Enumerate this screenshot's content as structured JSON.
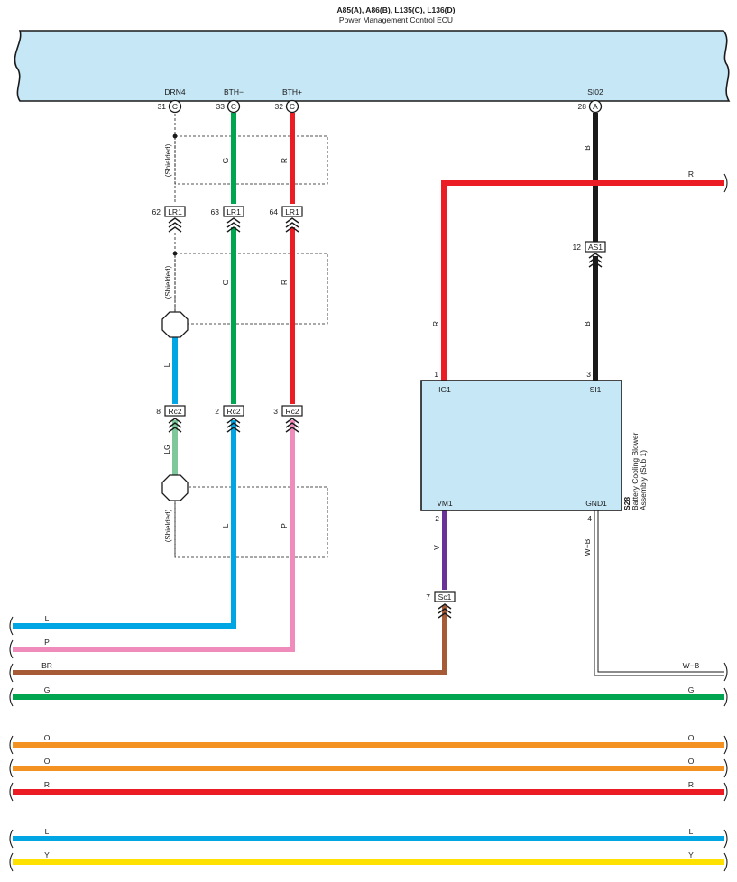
{
  "ecu": {
    "connectors_title": "A85(A), A86(B), L135(C), L136(D)",
    "name": "Power Management Control ECU",
    "fill": "#c6e7f6"
  },
  "ecu_pins": [
    {
      "num": "31",
      "letter": "C",
      "name": "DRN4"
    },
    {
      "num": "33",
      "letter": "C",
      "name": "BTH−"
    },
    {
      "num": "32",
      "letter": "C",
      "name": "BTH+"
    },
    {
      "num": "28",
      "letter": "A",
      "name": "SI02"
    }
  ],
  "connectors": {
    "lr1_62": {
      "label": "LR1",
      "num": "62"
    },
    "lr1_63": {
      "label": "LR1",
      "num": "63"
    },
    "lr1_64": {
      "label": "LR1",
      "num": "64"
    },
    "as1_12": {
      "label": "AS1",
      "num": "12"
    },
    "rc2_8": {
      "label": "Rc2",
      "num": "8"
    },
    "rc2_2": {
      "label": "Rc2",
      "num": "2"
    },
    "rc2_3": {
      "label": "Rc2",
      "num": "3"
    },
    "sc1_7": {
      "label": "Sc1",
      "num": "7"
    }
  },
  "shielded_label": "(Shielded)",
  "blower": {
    "id": "S28",
    "name_line1": "Battery Cooling Blower",
    "name_line2": "Assembly (Sub 1)",
    "pins": {
      "ig1": {
        "num": "1",
        "name": "IG1"
      },
      "si1": {
        "num": "3",
        "name": "SI1"
      },
      "vm1": {
        "num": "2",
        "name": "VM1"
      },
      "gnd1": {
        "num": "4",
        "name": "GND1"
      }
    }
  },
  "wire_codes": {
    "g_upper": "G",
    "r_upper": "R",
    "g_mid": "G",
    "r_mid": "R",
    "b_upper": "B",
    "b_lower": "B",
    "r_ig1": "R",
    "r_branch": "R",
    "l_mid": "L",
    "lg": "LG",
    "l_low": "L",
    "p_low": "P",
    "v_vm1": "V",
    "wb_gnd": "W−B"
  },
  "bus_lines": [
    {
      "left": "L",
      "right": "",
      "color": "#00a6e4"
    },
    {
      "left": "P",
      "right": "",
      "color": "#f08cbc"
    },
    {
      "left": "BR",
      "right": "",
      "color": "#a65a36"
    },
    {
      "left": "G",
      "right": "G",
      "color": "#00a54f"
    },
    {
      "left": "O",
      "right": "O",
      "color": "#f39121"
    },
    {
      "left": "O",
      "right": "O",
      "color": "#f39121"
    },
    {
      "left": "R",
      "right": "R",
      "color": "#ec1c24"
    },
    {
      "left": "L",
      "right": "L",
      "color": "#00a6e4"
    },
    {
      "left": "Y",
      "right": "Y",
      "color": "#ffe100"
    }
  ],
  "wb_bus_label": "W−B",
  "colors": {
    "green": "#00a54f",
    "red": "#ec1c24",
    "blue": "#00a6e4",
    "pink": "#f08cbc",
    "light_green": "#7ec89b",
    "brown": "#a65a36",
    "violet": "#6a3198",
    "black": "#1a1a1a",
    "orange": "#f39121",
    "yellow": "#ffe100",
    "box_fill": "#c6e7f6"
  }
}
